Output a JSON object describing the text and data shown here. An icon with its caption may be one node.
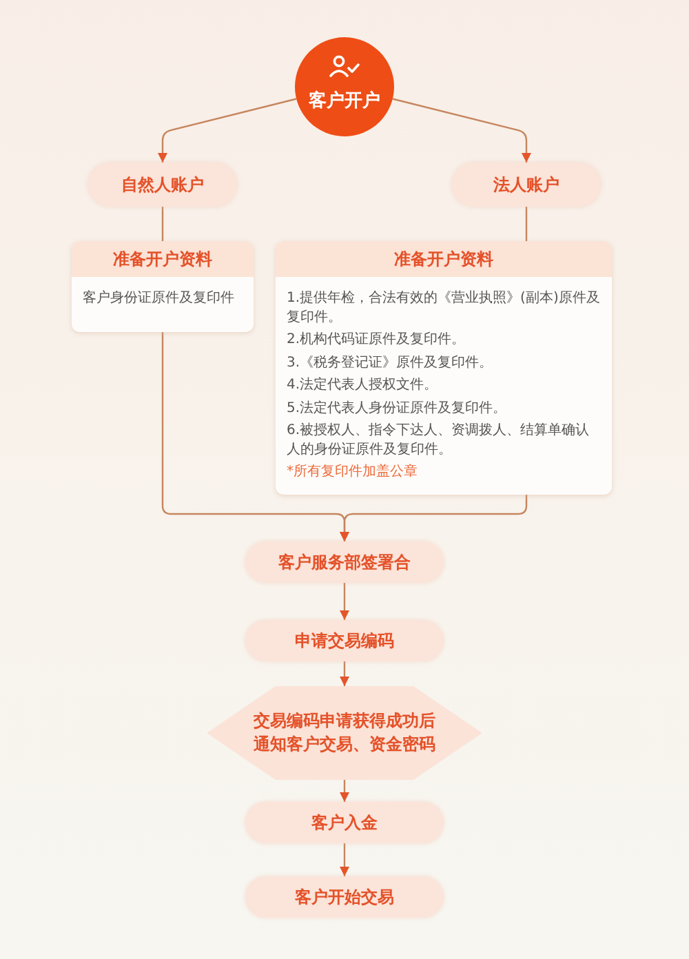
{
  "diagram": {
    "nodes": [
      {
        "text": [
          "客户开户"
        ]
      },
      {
        "text": [
          "自然人账户"
        ]
      },
      {
        "text": [
          "法人账户"
        ]
      },
      {
        "text": [
          "准备开户资料",
          "客户身份证原件及复印件"
        ]
      },
      {
        "text": [
          "准备开户资料",
          "1.提供年检，合法有效的《营业执照》(副本)原件及复印件。",
          "2.机构代码证原件及复印件。",
          "3.《税务登记证》原件及复印件。",
          "4.法定代表人授权文件。",
          "5.法定代表人身份证原件及复印件。",
          "6.被授权人、指令下达人、资调拨人、结算单确认人的身份证原件及复印件。",
          "*所有复印件加盖公章"
        ]
      },
      {
        "text": [
          "客户服务部签署合"
        ]
      },
      {
        "text": [
          "申请交易编码"
        ]
      },
      {
        "text": [
          "交易编码申请获得成功后通知客户交易、资金密码"
        ]
      },
      {
        "text": [
          "客户入金"
        ]
      },
      {
        "text": [
          "客户开始交易"
        ]
      }
    ],
    "edges": [
      {
        "from": 0,
        "to": 1,
        "arrow": "to"
      },
      {
        "from": 0,
        "to": 2,
        "arrow": "to"
      },
      {
        "from": 1,
        "to": 3,
        "arrow": "none"
      },
      {
        "from": 2,
        "to": 4,
        "arrow": "none"
      },
      {
        "from": 3,
        "to": 5,
        "arrow": "to"
      },
      {
        "from": 4,
        "to": 5,
        "arrow": "to"
      },
      {
        "from": 5,
        "to": 6,
        "arrow": "to"
      },
      {
        "from": 6,
        "to": 7,
        "arrow": "to"
      },
      {
        "from": 7,
        "to": 8,
        "arrow": "to"
      },
      {
        "from": 8,
        "to": 9,
        "arrow": "to"
      }
    ]
  }
}
